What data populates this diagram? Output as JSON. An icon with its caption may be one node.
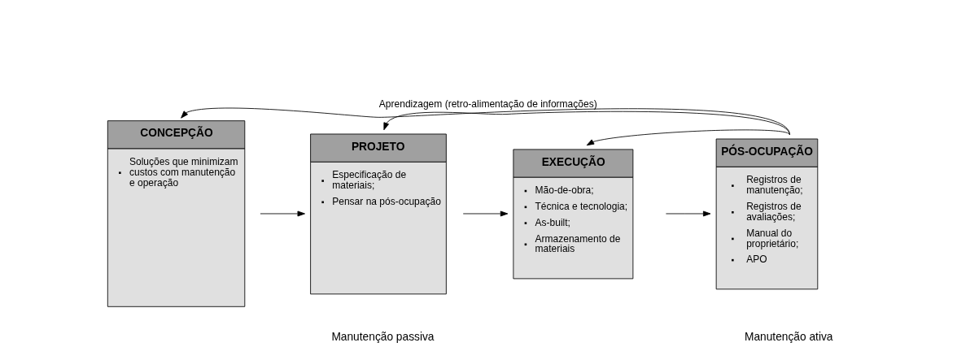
{
  "diagram": {
    "nodes": [
      {
        "text": [
          "CONCEPÇÃO",
          "Soluções que minimizam custos com manutenção e operação"
        ]
      },
      {
        "text": [
          "PROJETO",
          "Especificação de materiais;",
          "Pensar na pós-ocupação"
        ]
      },
      {
        "text": [
          "EXECUÇÃO",
          "Mão-de-obra;",
          "Técnica e tecnologia;",
          "As-built;",
          "Armazenamento de materiais"
        ]
      },
      {
        "text": [
          "PÓS-OCUPAÇÃO",
          "Registros de manutenção;",
          "Registros de avaliações;",
          "Manual do proprietário;",
          "APO"
        ]
      }
    ],
    "edges": [
      {
        "from": 0,
        "to": 1,
        "arrow": "to"
      },
      {
        "from": 1,
        "to": 2,
        "arrow": "to"
      },
      {
        "from": 2,
        "to": 3,
        "arrow": "to"
      },
      {
        "from": 3,
        "to": 0,
        "arrow": "to",
        "label": "Aprendizagem (retro-alimentação de informações)"
      },
      {
        "from": 3,
        "to": 1,
        "arrow": "to"
      },
      {
        "from": 3,
        "to": 2,
        "arrow": "to"
      }
    ],
    "labels": [
      "Manutenção passiva",
      "Manutenção ativa"
    ]
  }
}
